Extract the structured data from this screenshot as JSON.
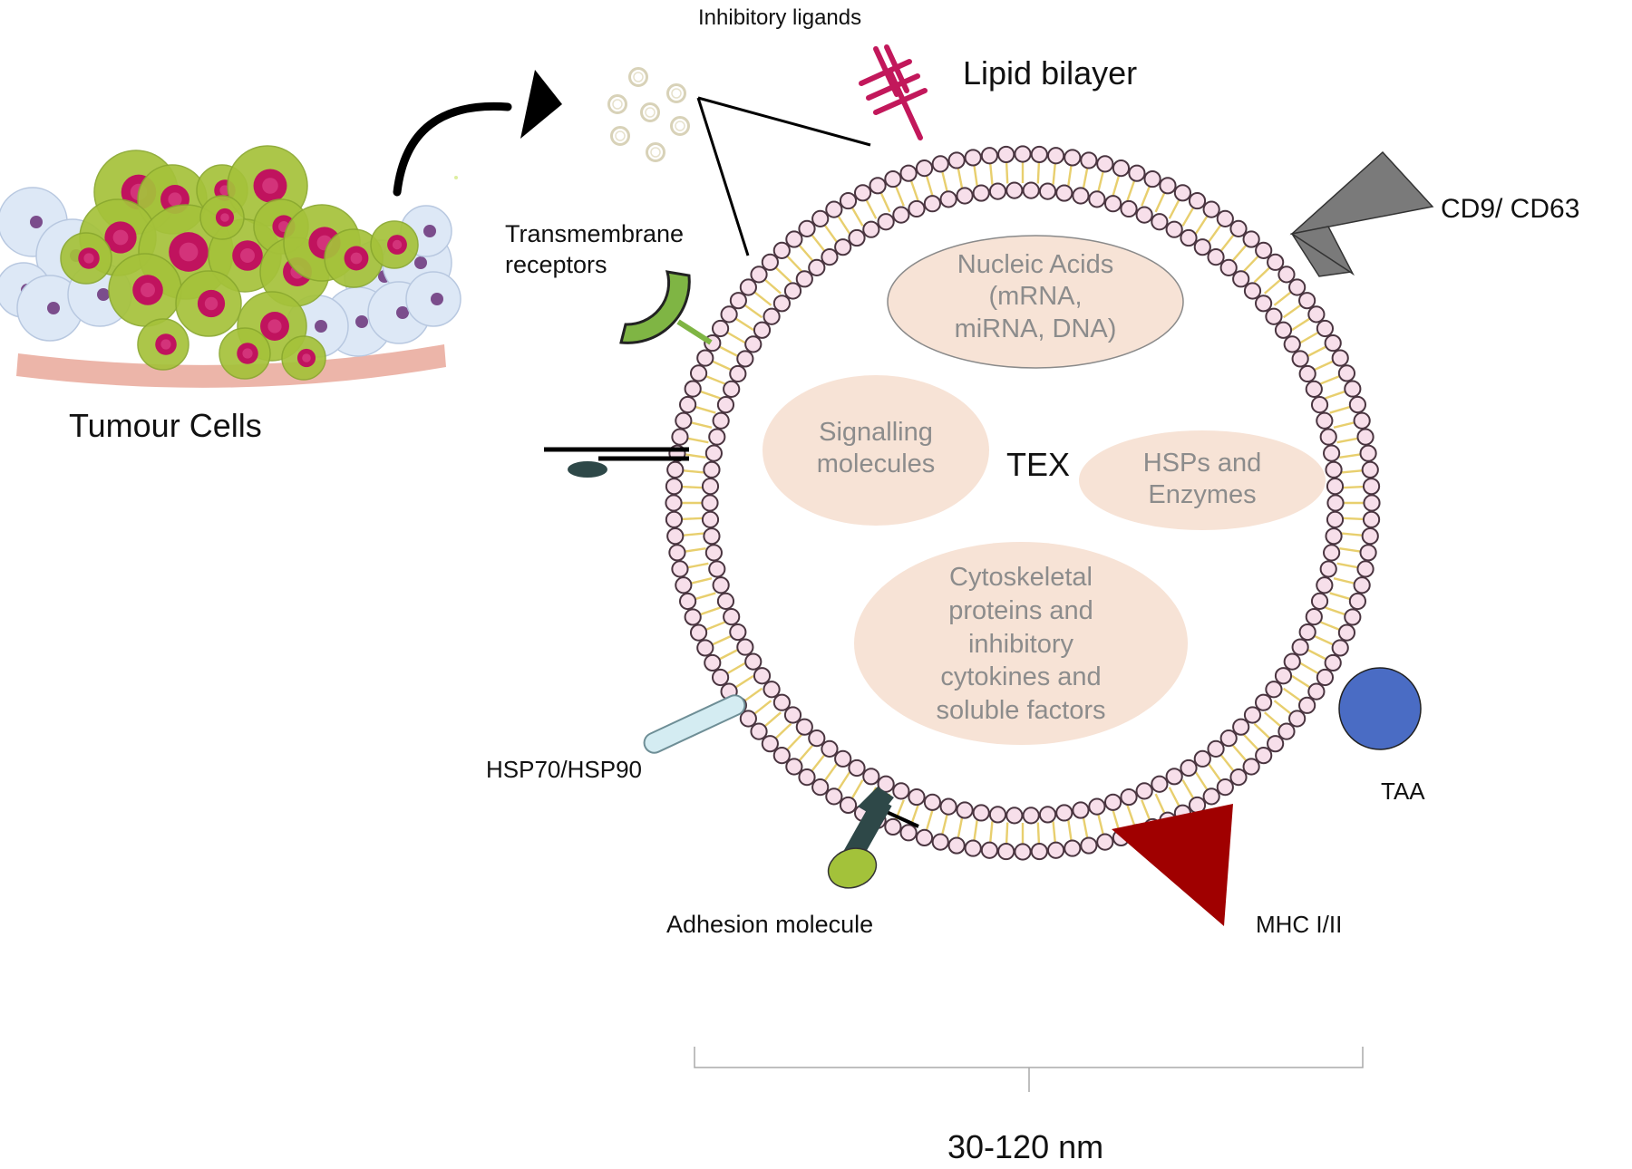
{
  "labels": {
    "inhibitory_ligands": "Inhibitory ligands",
    "lipid_bilayer": "Lipid bilayer",
    "cd9_cd63": "CD9/ CD63",
    "transmembrane_receptors": "Transmembrane\nreceptors",
    "tumour_cells": "Tumour Cells",
    "hsp70_hsp90": "HSP70/HSP90",
    "taa": "TAA",
    "adhesion_molecule": "Adhesion molecule",
    "mhc": "MHC I/II",
    "size_range": "30-120 nm"
  },
  "vesicle": {
    "name": "TEX",
    "cargo": {
      "nucleic_acids": "Nucleic Acids\n(mRNA,\nmiRNA, DNA)",
      "signalling": "Signalling\nmolecules",
      "hsps": "HSPs and\nEnzymes",
      "cytoskeletal": "Cytoskeletal\nproteins and\ninhibitory\ncytokines and\nsoluble factors"
    }
  },
  "colors": {
    "bead_fill": "#f7dfea",
    "bead_stroke": "#4a3540",
    "tail": "#e8cf6e",
    "cargo_fill": "#f7e3d6",
    "tumour_green": "#a5c23a",
    "tumour_nucleus": "#c0135e",
    "normal_cell": "#dde8f6",
    "normal_nucleus": "#7b4d8c",
    "ligand": "#c2185b",
    "cd_marker": "#7a7a7a",
    "receptor": "#7fb544",
    "taa": "#4a6cc4",
    "mhc": "#a00000",
    "adhesion_stalk": "#2e4848",
    "adhesion_head": "#a3c23a",
    "hsp": "#d4ecf2"
  }
}
